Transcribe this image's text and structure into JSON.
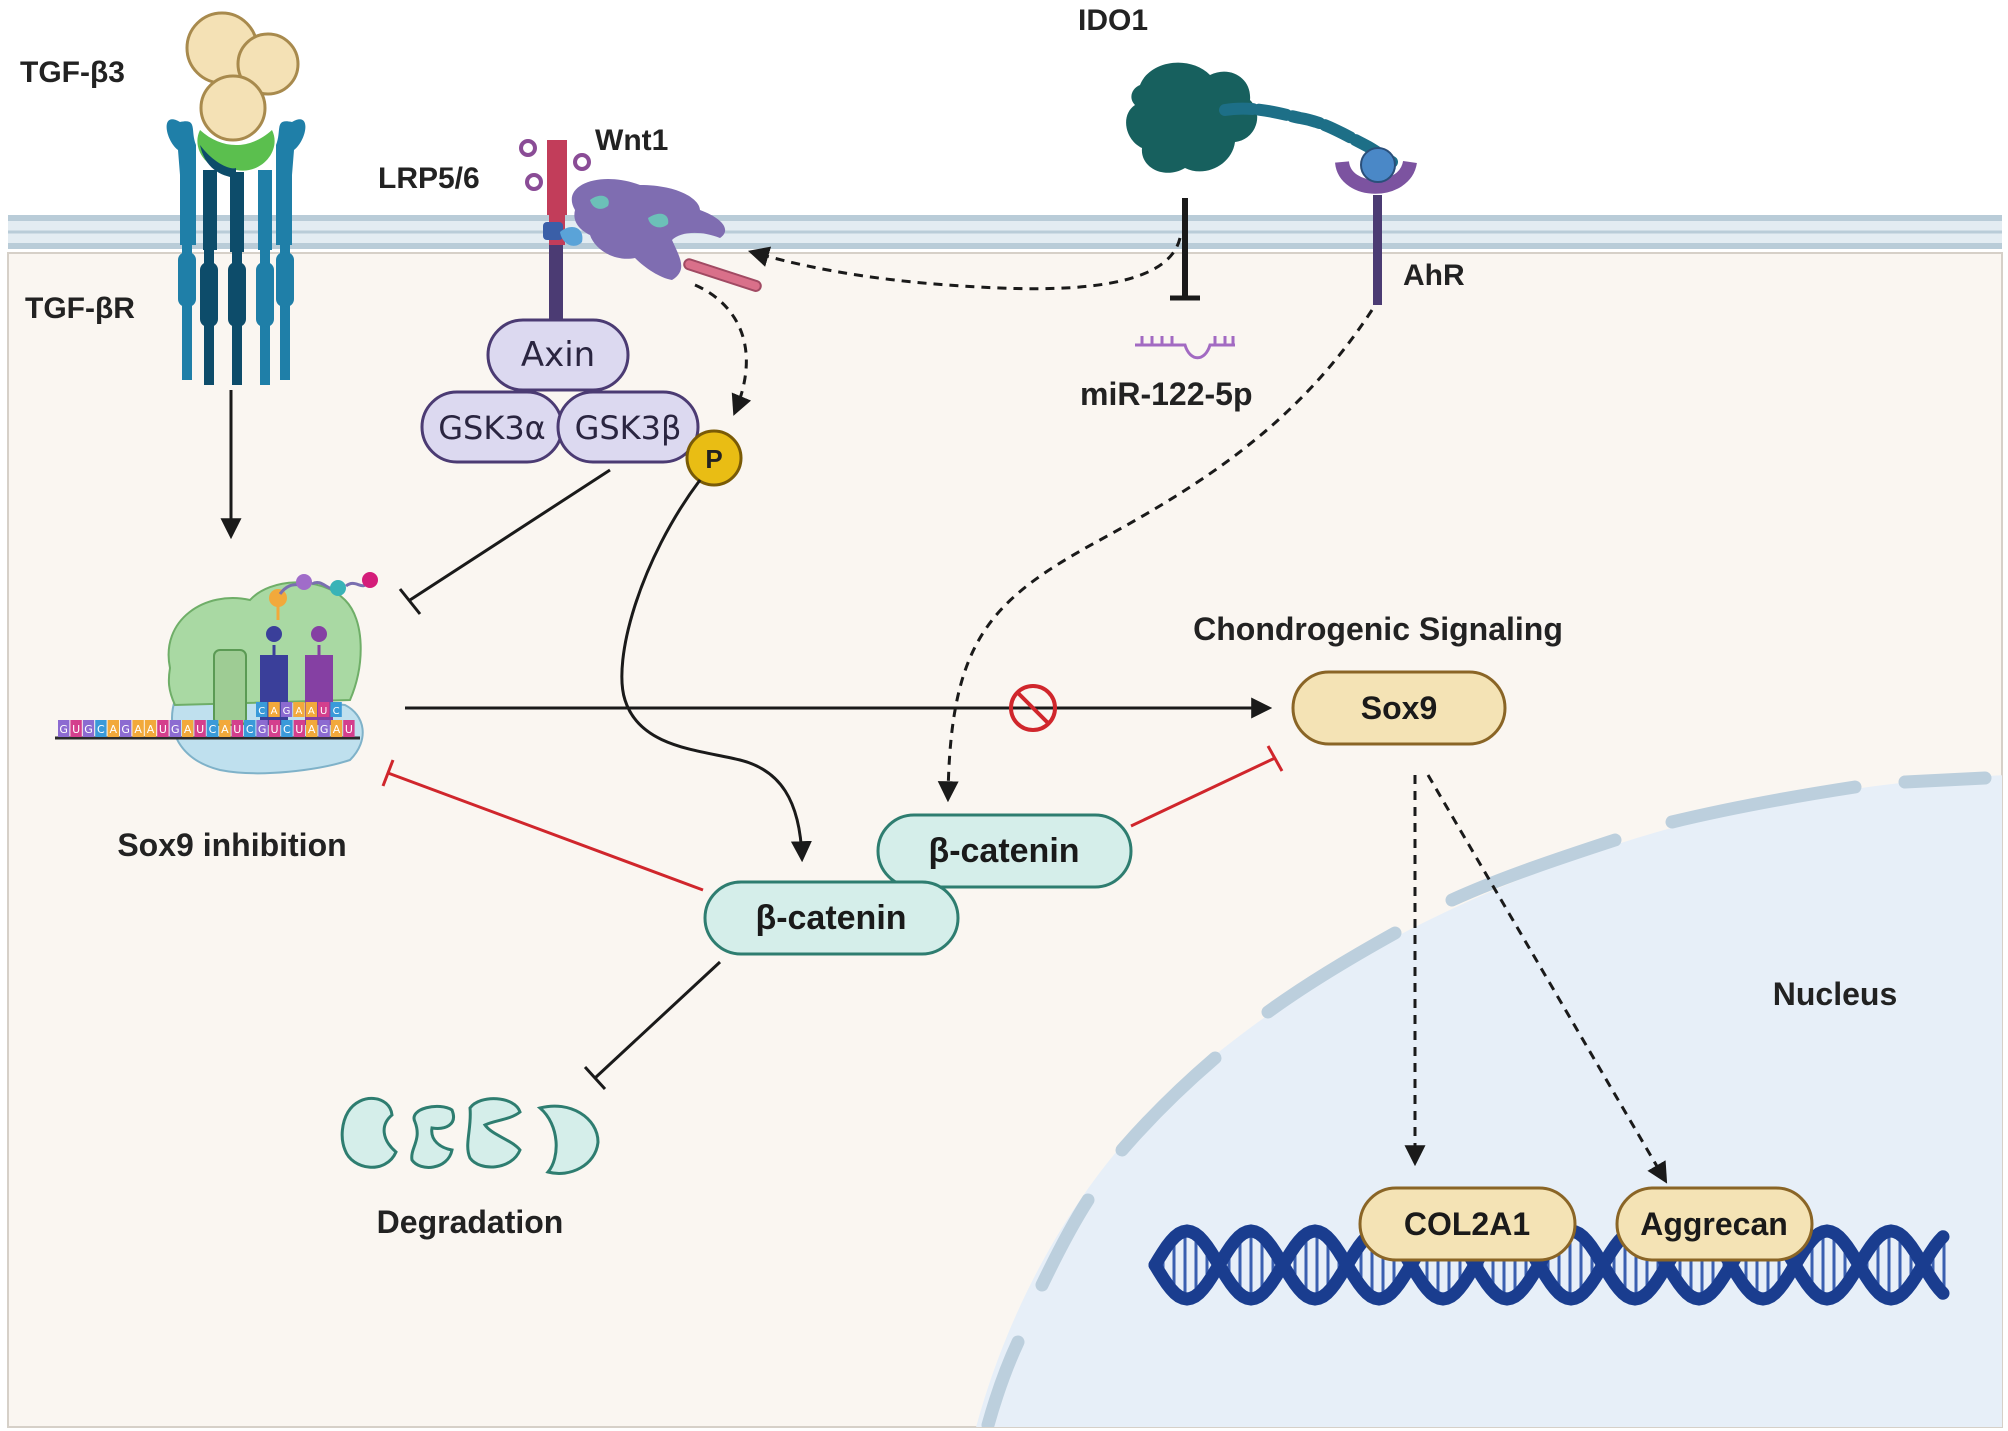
{
  "labels": {
    "tgf_b3": "TGF-β3",
    "tgf_br": "TGF-βR",
    "lrp": "LRP5/6",
    "wnt1": "Wnt1",
    "ido1": "IDO1",
    "ahr": "AhR",
    "mir": "miR-122-5p",
    "axin": "Axin",
    "gsk3a": "GSK3α",
    "gsk3b": "GSK3β",
    "phospho": "P",
    "sox9_inhibition": "Sox9 inhibition",
    "chondrogenic": "Chondrogenic Signaling",
    "sox9": "Sox9",
    "beta_catenin_upper": "β-catenin",
    "beta_catenin_lower": "β-catenin",
    "degradation": "Degradation",
    "nucleus": "Nucleus",
    "col2a1": "COL2A1",
    "aggrecan": "Aggrecan"
  },
  "rna_sequence": "GUGCAGAAUGAUCAUCGUCUAGAU",
  "rna_overlay": "CAGAAUC",
  "colors": {
    "membrane": "#b9ccd8",
    "cytoplasm": "#faf6f1",
    "nucleus_fill": "#e7eff8",
    "nucleus_envelope": "#bccfdd",
    "tgf_ligand": "#f4e1b5",
    "tgf_receptor": "#1f7fa8",
    "tgf_receptor_dark": "#0d4c6a",
    "receptor_green": "#5bbf4e",
    "wnt_purple": "#7f6db1",
    "lrp_red": "#c23d5a",
    "ido1_teal": "#17605e",
    "ahr_purple": "#7c53a0",
    "axin_fill": "#dcd9f0",
    "phospho_yellow": "#e9bd14",
    "catenin_fill": "#d5eeea",
    "catenin_border": "#2e7d70",
    "gene_pill_fill": "#f4e3b5",
    "gene_pill_border": "#8a6526",
    "dna_blue": "#1a3d8f",
    "inhibit_red": "#d0262c",
    "arrow_black": "#1a1a1a"
  }
}
